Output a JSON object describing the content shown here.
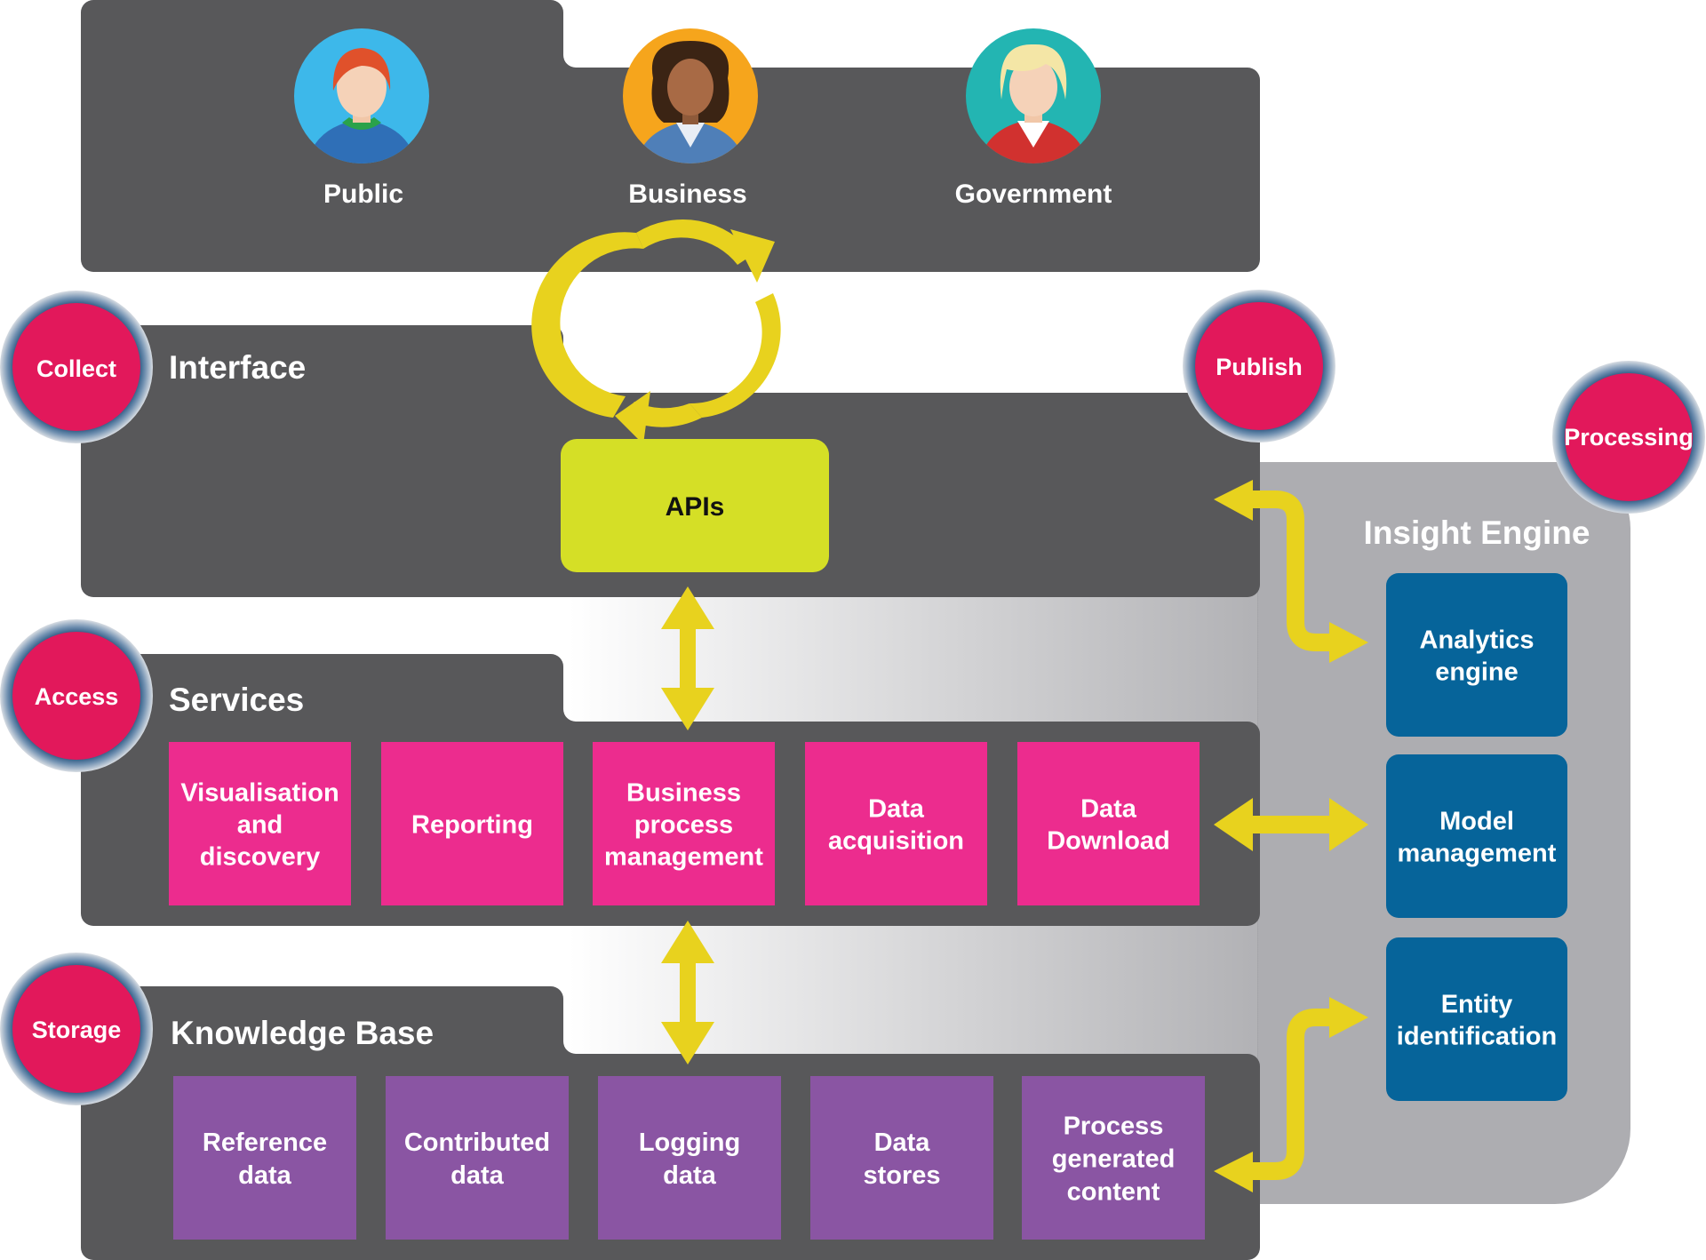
{
  "users": {
    "public": "Public",
    "business": "Business",
    "government": "Government"
  },
  "badges": {
    "collect": "Collect",
    "publish": "Publish",
    "processing": "Processing",
    "access": "Access",
    "storage": "Storage"
  },
  "interface": {
    "title": "Interface",
    "apis": "APIs"
  },
  "services": {
    "title": "Services",
    "items": [
      [
        "Visualisation",
        "and",
        "discovery"
      ],
      [
        "Reporting"
      ],
      [
        "Business",
        "process",
        "management"
      ],
      [
        "Data",
        "acquisition"
      ],
      [
        "Data",
        "Download"
      ]
    ]
  },
  "knowledge_base": {
    "title": "Knowledge Base",
    "items": [
      [
        "Reference",
        "data"
      ],
      [
        "Contributed",
        "data"
      ],
      [
        "Logging",
        "data"
      ],
      [
        "Data",
        "stores"
      ],
      [
        "Process",
        "generated",
        "content"
      ]
    ]
  },
  "insight_engine": {
    "title": "Insight Engine",
    "items": [
      [
        "Analytics",
        "engine"
      ],
      [
        "Model",
        "management"
      ],
      [
        "Entity",
        "identification"
      ]
    ]
  },
  "colors": {
    "panel": "#58585a",
    "badge": "#e2185b",
    "service_box": "#ec2c8e",
    "kb_box": "#8a55a3",
    "engine_box": "#06649a",
    "apis_box": "#d5df26",
    "arrow": "#e8d21e",
    "engine_panel": "#adadb1"
  }
}
